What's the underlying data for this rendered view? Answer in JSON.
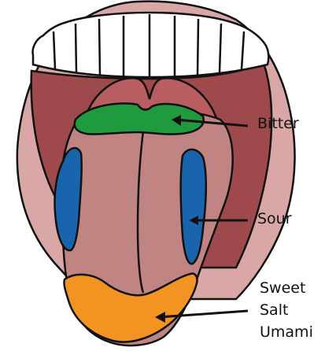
{
  "labels": {
    "bitter": "Bitter",
    "sour": "Sour",
    "sweet": "Sweet",
    "salt": "Salt",
    "umami": "Umami"
  },
  "colors": {
    "lip": "#d9a8a6",
    "mouth_interior": "#9e4a4c",
    "throat": "#b85e60",
    "tongue": "#c08483",
    "teeth": "#ffffff",
    "bitter_region": "#1f9a3f",
    "sour_region": "#1a63ad",
    "sweet_salt_umami_region": "#f29322",
    "outline": "#111111"
  },
  "icons": {
    "arrow": "arrow-left-icon"
  }
}
